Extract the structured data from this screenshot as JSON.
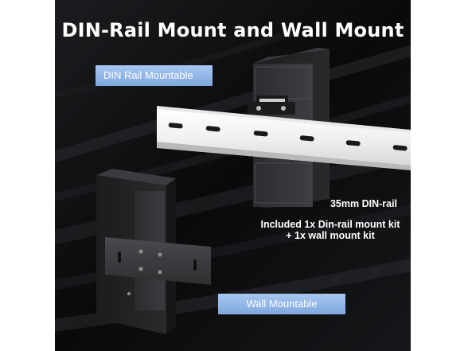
{
  "headline": "DIN-Rail Mount and Wall Mount",
  "labels": {
    "din_rail_mountable": "DIN Rail Mountable",
    "wall_mountable": "Wall Mountable"
  },
  "captions": {
    "rail_size": "35mm DIN-rail",
    "kit_line1": "Included 1x Din-rail mount kit",
    "kit_line2": "+ 1x wall mount kit"
  },
  "colors": {
    "background": "#0b0b0c",
    "tag_fill": "#8fb3e6",
    "text": "#ffffff"
  }
}
